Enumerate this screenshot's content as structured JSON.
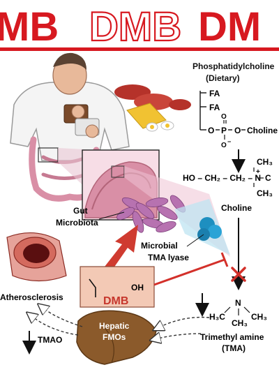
{
  "banner": {
    "left": "MB",
    "middle": "DMB",
    "right": "DM"
  },
  "labels": {
    "pc_title": "Phosphatidylcholine",
    "pc_sub": "(Dietary)",
    "fa1": "FA",
    "fa2": "FA",
    "o1": "O",
    "p": "P",
    "o2": "O",
    "choline_tail": "Choline",
    "o_minus": "O",
    "minus": "−",
    "choline_formula": "HO – CH₂ – CH₂ – N",
    "ch3_top": "CH₃",
    "n_plus": "+",
    "c_right": "C",
    "ch3_bottom": "CH₃",
    "choline": "Choline",
    "gut": "Gut",
    "microbiota": "Microbiota",
    "microbial": "Microbial",
    "tma_lyase": "TMA lyase",
    "atherosclerosis": "Atherosclerosis",
    "dmb": "DMB",
    "oh": "OH",
    "n": "N",
    "h3c": "H₃C",
    "ch3_r": "CH₃",
    "ch3_d": "CH₃",
    "tma1": "Trimethyl amine",
    "tma2": "(TMA)",
    "hepatic": "Hepatic",
    "fmos": "FMOs",
    "tmao": "TMAO"
  },
  "colors": {
    "banner_red": "#d71920",
    "intestine": "#d98fa6",
    "intestine_dark": "#b36479",
    "bacteria": "#b772b0",
    "lyase": "#1e8fc0",
    "liver": "#8b5a2b",
    "dmb_box": "#f3c9b5",
    "dmb_text": "#c6362c",
    "inhibit": "#d3302a",
    "artery": "#b22222"
  }
}
